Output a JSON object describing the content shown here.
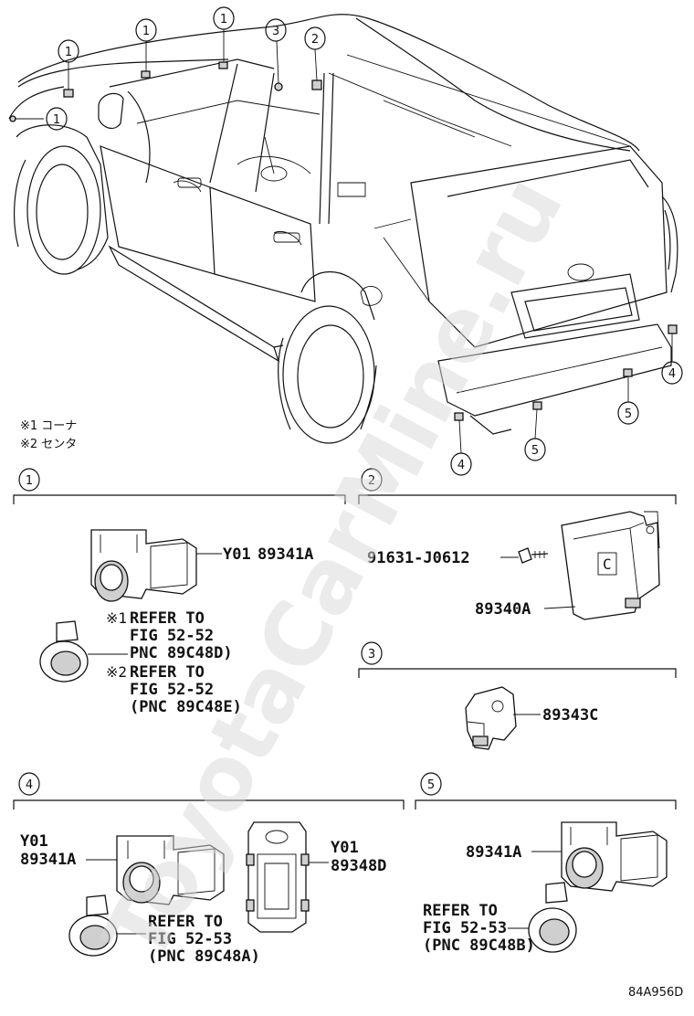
{
  "callouts": {
    "c1": "1",
    "c2": "2",
    "c3": "3",
    "c4": "4",
    "c5": "5"
  },
  "notes": {
    "corner": "※1 コーナ",
    "center": "※2 センタ"
  },
  "section1": {
    "part_code": "Y01",
    "part_number": "89341A",
    "ref1_mark": "※1",
    "ref1_line1": "REFER TO",
    "ref1_line2": "FIG 52-52",
    "ref1_line3": "PNC 89C48D)",
    "ref2_mark": "※2",
    "ref2_line1": "REFER TO",
    "ref2_line2": "FIG 52-52",
    "ref2_line3": "(PNC 89C48E)"
  },
  "section2": {
    "bolt_number": "91631-J0612",
    "part_number": "89340A"
  },
  "section3": {
    "part_number": "89343C"
  },
  "section4": {
    "sensor_code": "Y01",
    "sensor_number": "89341A",
    "retainer_code": "Y01",
    "retainer_number": "89348D",
    "ref_line1": "REFER TO",
    "ref_line2": "FIG 52-53",
    "ref_line3": "(PNC 89C48A)"
  },
  "section5": {
    "part_number": "89341A",
    "ref_line1": "REFER TO",
    "ref_line2": "FIG 52-53",
    "ref_line3": "(PNC 89C48B)"
  },
  "diagram_code": "84A956D",
  "watermark": "ToyotaCarMine.ru"
}
